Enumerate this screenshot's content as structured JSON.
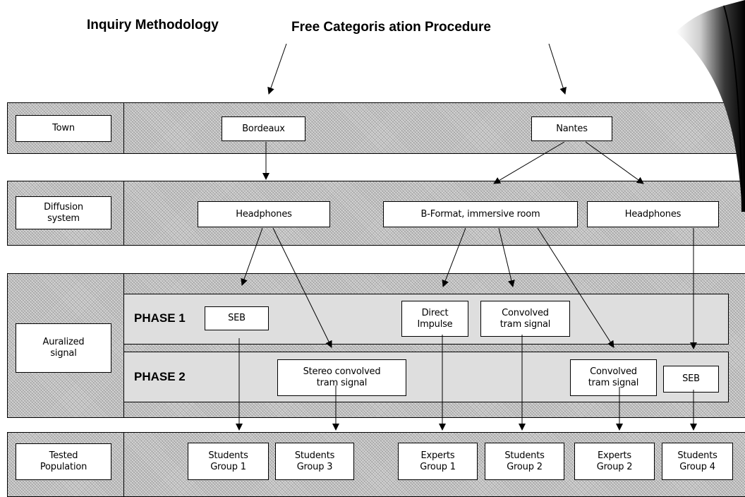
{
  "titles": {
    "inquiry": "Inquiry Methodology",
    "procedure": "Free Categoris ation Procedure"
  },
  "rows": {
    "town": "Town",
    "diffusion": "Diffusion\nsystem",
    "auralized": "Auralized\nsignal",
    "tested": "Tested\nPopulation"
  },
  "town": {
    "bordeaux": "Bordeaux",
    "nantes": "Nantes"
  },
  "diffusion": {
    "headphones_left": "Headphones",
    "bformat": "B-Format, immersive room",
    "headphones_right": "Headphones"
  },
  "phases": {
    "phase1": "PHASE 1",
    "phase2": "PHASE 2"
  },
  "signals": {
    "seb_p1": "SEB",
    "direct_impulse": "Direct\nImpulse",
    "convolved_p1": "Convolved\ntram signal",
    "stereo_convolved": "Stereo convolved\ntram signal",
    "convolved_p2": "Convolved\ntram signal",
    "seb_p2": "SEB"
  },
  "population": {
    "students1": "Students\nGroup 1",
    "students3": "Students\nGroup 3",
    "experts1": "Experts\nGroup 1",
    "students2": "Students\nGroup 2",
    "experts2": "Experts\nGroup 2",
    "students4": "Students\nGroup 4"
  }
}
